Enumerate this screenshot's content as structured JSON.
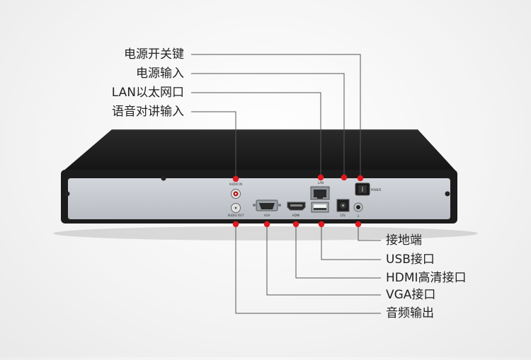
{
  "labels_left": [
    {
      "key": "power_switch",
      "text": "电源开关键"
    },
    {
      "key": "power_input",
      "text": "电源输入"
    },
    {
      "key": "lan_port",
      "text": "LAN以太网口"
    },
    {
      "key": "audio_talk_input",
      "text": "语音对讲输入"
    }
  ],
  "labels_right": [
    {
      "key": "ground",
      "text": "接地端"
    },
    {
      "key": "usb_port",
      "text": "USB接口"
    },
    {
      "key": "hdmi_port",
      "text": "HDMI高清接口"
    },
    {
      "key": "vga_port",
      "text": "VGA接口"
    },
    {
      "key": "audio_output",
      "text": "音频输出"
    }
  ],
  "panel_text": {
    "audio_in": "AUDIO IN",
    "audio_out": "AUDIO OUT",
    "vga": "VGA",
    "hdmi": "HDMI",
    "lan": "LAN",
    "power_in": "12V",
    "ground": "⏚",
    "power": "POWER"
  },
  "colors": {
    "accent": "#e0191f",
    "line": "#555555",
    "chassis": "#1b1b1b",
    "panel": "#c9cdd3"
  }
}
